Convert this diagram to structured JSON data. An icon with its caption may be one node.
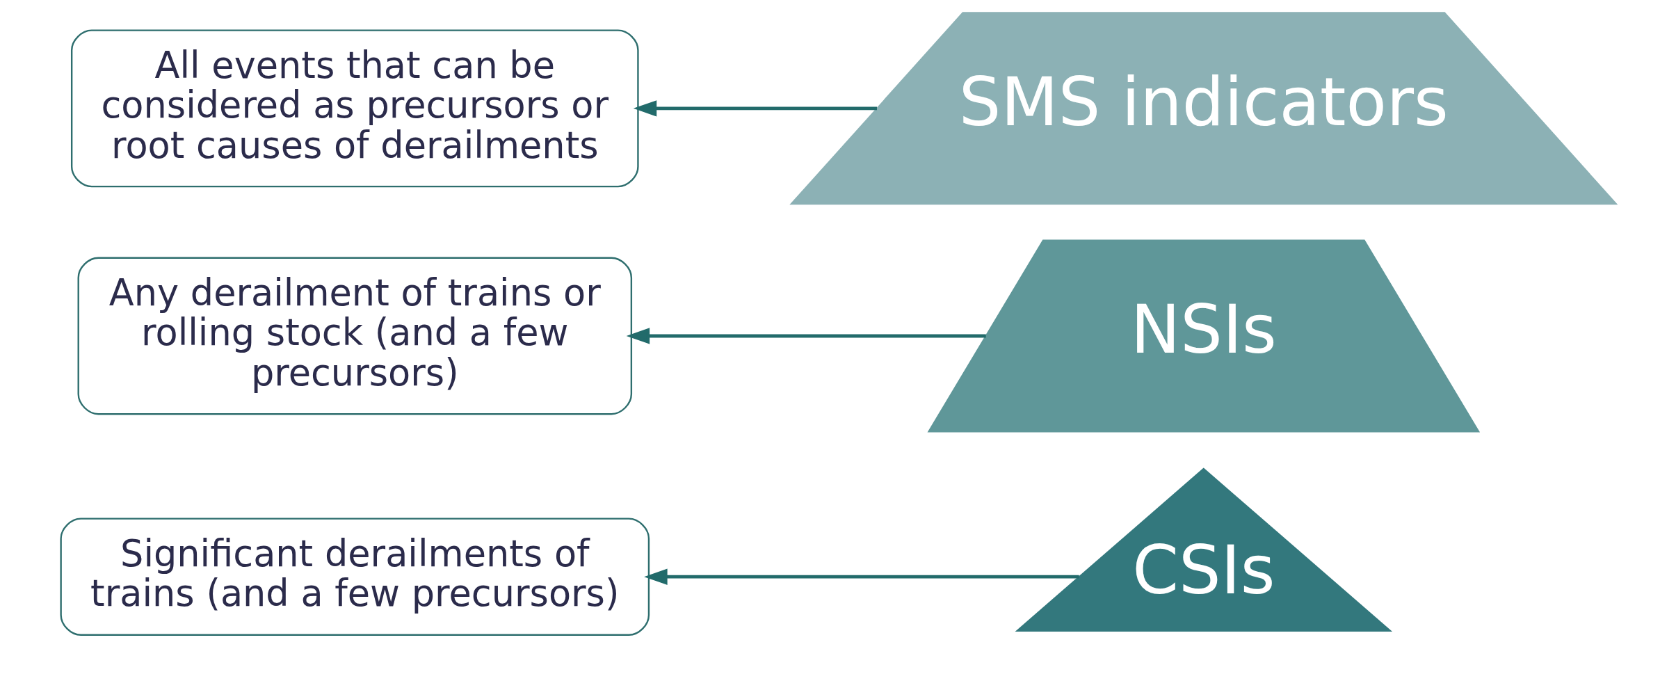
{
  "diagram": {
    "nodes": [
      {
        "text": [
          "CSIs"
        ]
      },
      {
        "text": [
          "NSIs"
        ]
      },
      {
        "text": [
          "SMS indicators"
        ]
      },
      {
        "text": [
          "Significant derailments of trains (and a few precursors)"
        ]
      },
      {
        "text": [
          "Any derailment of trains or rolling stock (and a few precursors)"
        ]
      },
      {
        "text": [
          "All events that can be considered as precursors or root causes of derailments"
        ]
      }
    ],
    "edges": [
      {
        "from": 0,
        "to": 3,
        "arrow": "to"
      },
      {
        "from": 1,
        "to": 4,
        "arrow": "to"
      },
      {
        "from": 2,
        "to": 5,
        "arrow": "to"
      }
    ]
  }
}
